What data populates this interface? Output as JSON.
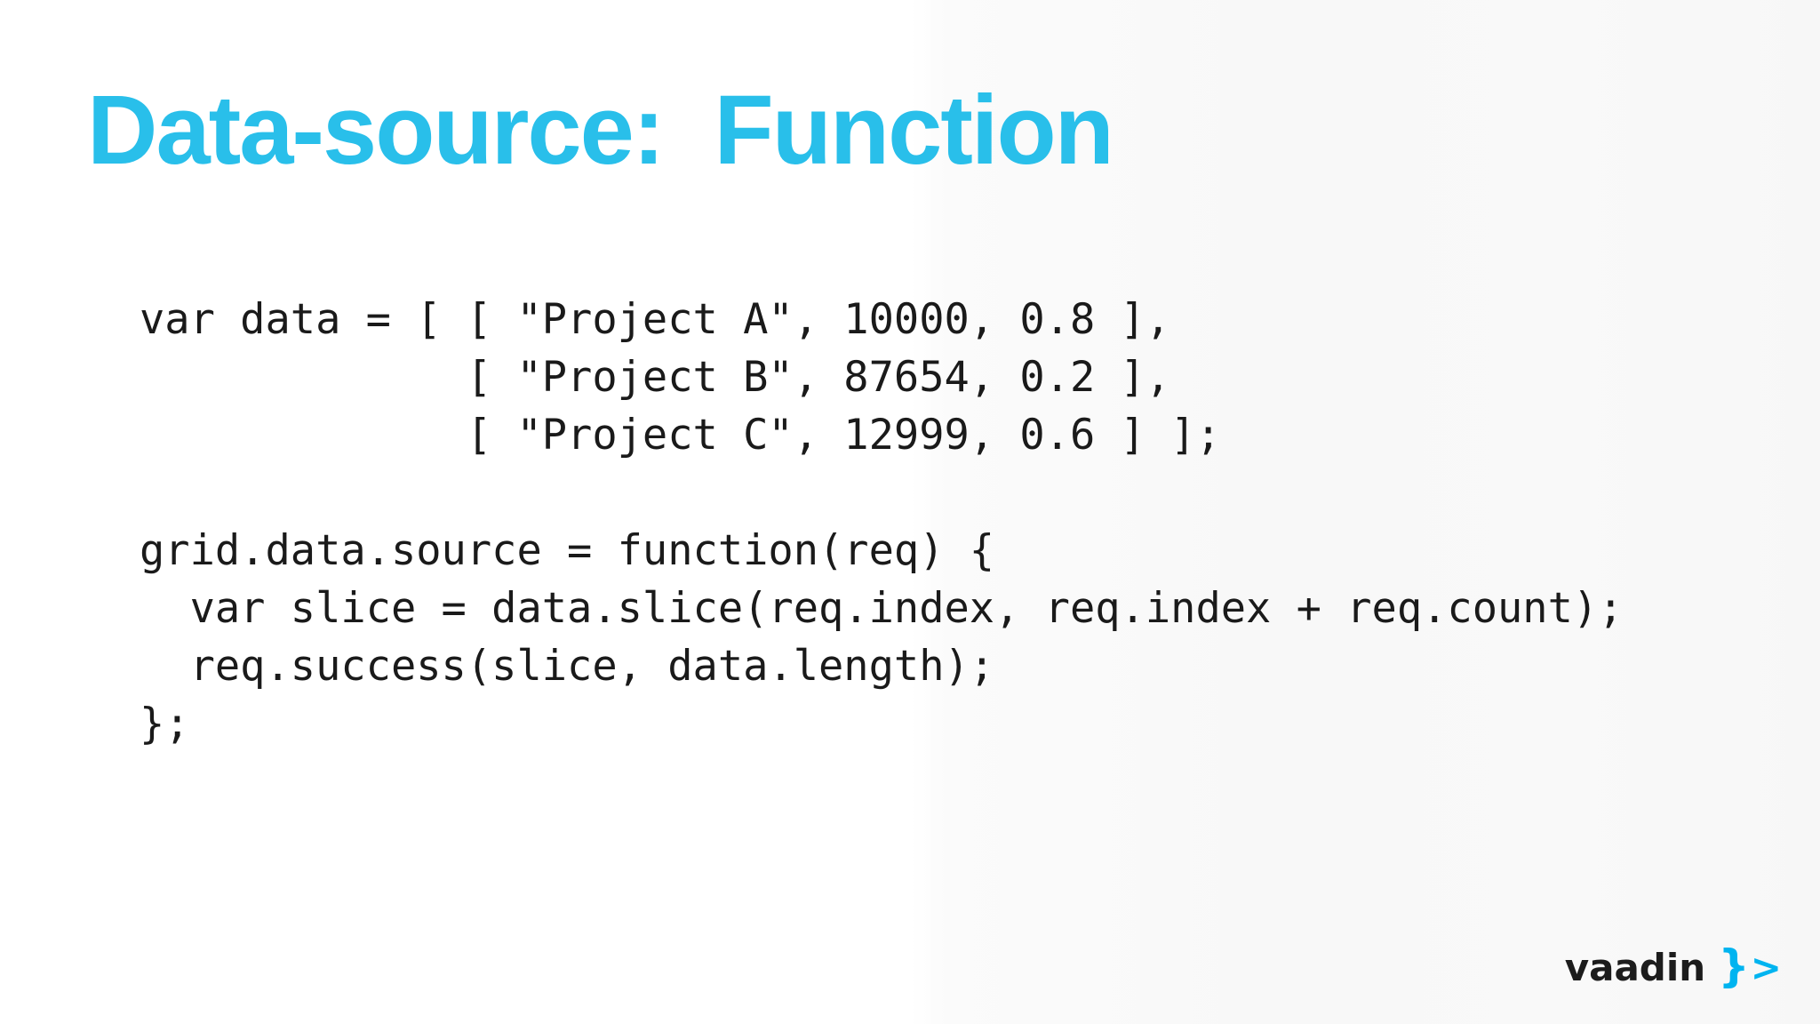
{
  "slide": {
    "title": "Data-source:  Function",
    "title_color": "#29bfea",
    "background_color": "#ffffff"
  },
  "code": {
    "language": "javascript",
    "text_color": "#1a1a1a",
    "lines": [
      "var data = [ [ \"Project A\", 10000, 0.8 ],",
      "             [ \"Project B\", 87654, 0.2 ],",
      "             [ \"Project C\", 12999, 0.6 ] ];",
      "",
      "grid.data.source = function(req) {",
      "  var slice = data.slice(req.index, req.index + req.count);",
      "  req.success(slice, data.length);",
      "};"
    ]
  },
  "logo": {
    "wordmark": "vaadin",
    "brace": "}",
    "chevron": ">",
    "wordmark_color": "#1c1c1c",
    "accent_color": "#00b4f0"
  }
}
